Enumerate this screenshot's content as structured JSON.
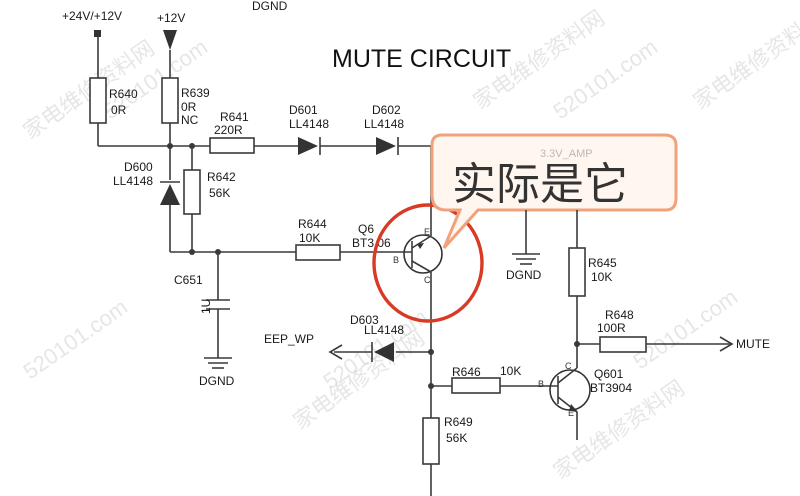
{
  "title": "MUTE CIRCUIT",
  "callout": {
    "text": "实际是它",
    "border_color": "#f2a27a",
    "fill_color": "#fff6f0",
    "circle_color": "#d83a24"
  },
  "power": {
    "v24": "+24V/+12V",
    "v12": "+12V",
    "dgnd_top": "DGND"
  },
  "parts": {
    "r640_ref": "R640",
    "r640_val": "0R",
    "r639_ref": "R639",
    "r639_val": "0R",
    "r639_nc": "NC",
    "r641_ref": "R641",
    "r641_val": "220R",
    "d601_ref": "D601",
    "d601_val": "LL4148",
    "d602_ref": "D602",
    "d602_val": "LL4148",
    "d600_ref": "D600",
    "d600_val": "LL4148",
    "r642_ref": "R642",
    "r642_val": "56K",
    "r644_ref": "R644",
    "r644_val": "10K",
    "q602_ref": "Q6",
    "q602_val": "BT3 06",
    "c651_ref": "C651",
    "c651_val": "1U",
    "d603_ref": "D603",
    "d603_val": "LL4148",
    "r645_ref": "R645",
    "r645_val": "10K",
    "r648_ref": "R648",
    "r648_val": "100R",
    "r646_ref": "R646",
    "r646_val": "10K",
    "q601_ref": "Q601",
    "q601_val": "BT3904",
    "r649_ref": "R649",
    "r649_val": "56K"
  },
  "nets": {
    "dgnd1": "DGND",
    "dgnd2": "DGND",
    "eep": "EEP_WP",
    "mute": "MUTE",
    "amp": "3.3V_AMP"
  },
  "pins": {
    "e": "E",
    "b": "B",
    "c": "C"
  },
  "watermarks": [
    "家电维修资料网",
    "520101.com",
    "家电维修资料网",
    "520101.com",
    "家电维修资料网",
    "520101.com",
    "家电维修资料网",
    "520101.com",
    "家电维修资料网",
    "520101.com"
  ]
}
